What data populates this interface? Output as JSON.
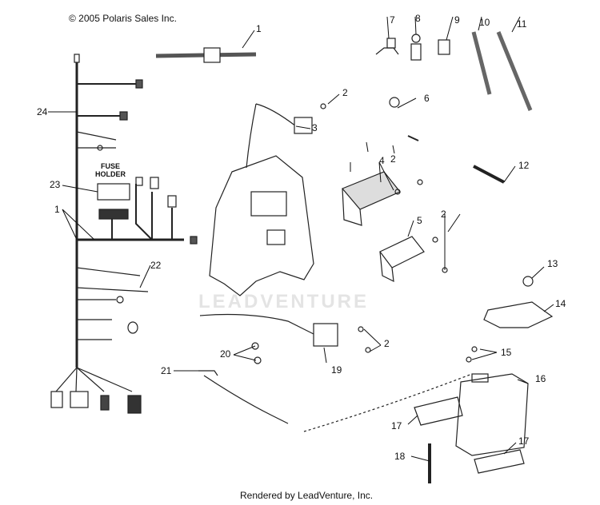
{
  "copyright": "© 2005 Polaris Sales Inc.",
  "credit": "Rendered by LeadVenture, Inc.",
  "watermark": "LEADVENTURE",
  "fuse_holder_label": "FUSE HOLDER",
  "callouts": [
    "1",
    "2",
    "3",
    "4",
    "5",
    "6",
    "7",
    "8",
    "9",
    "10",
    "11",
    "12",
    "13",
    "14",
    "15",
    "16",
    "17",
    "18",
    "19",
    "20",
    "21",
    "22",
    "23",
    "24",
    "1",
    "2",
    "2",
    "2",
    "17"
  ]
}
